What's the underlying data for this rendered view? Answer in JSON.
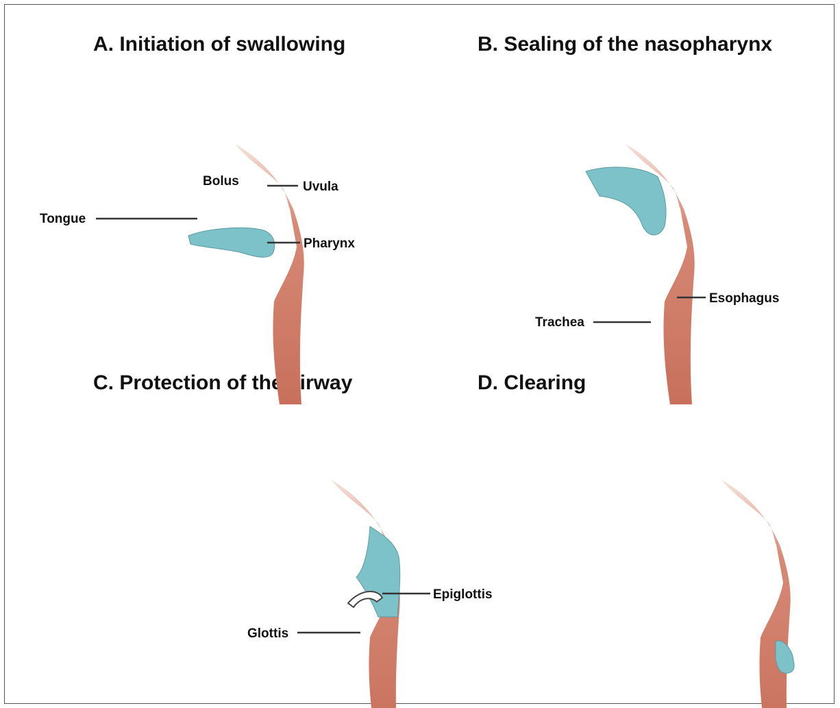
{
  "colors": {
    "tissue": "#c8705c",
    "tissue_light": "#f5ddd4",
    "bolus": "#7ec2c9",
    "outline": "#444444",
    "bone_hatch": "#9a9a9a",
    "leader": "#333333"
  },
  "panels": [
    {
      "id": "A",
      "title": "A. Initiation of swallowing",
      "bolus_stage": "oral",
      "labels": {
        "tongue": "Tongue",
        "bolus": "Bolus",
        "uvula": "Uvula",
        "pharynx": "Pharynx"
      }
    },
    {
      "id": "B",
      "title": "B. Sealing of the nasopharynx",
      "bolus_stage": "pharyngeal",
      "labels": {
        "esophagus": "Esophagus",
        "trachea": "Trachea"
      }
    },
    {
      "id": "C",
      "title": "C. Protection of the airway",
      "bolus_stage": "laryngopharyngeal",
      "labels": {
        "epiglottis": "Epiglottis",
        "glottis": "Glottis"
      }
    },
    {
      "id": "D",
      "title": "D. Clearing",
      "bolus_stage": "esophageal",
      "labels": {}
    }
  ]
}
